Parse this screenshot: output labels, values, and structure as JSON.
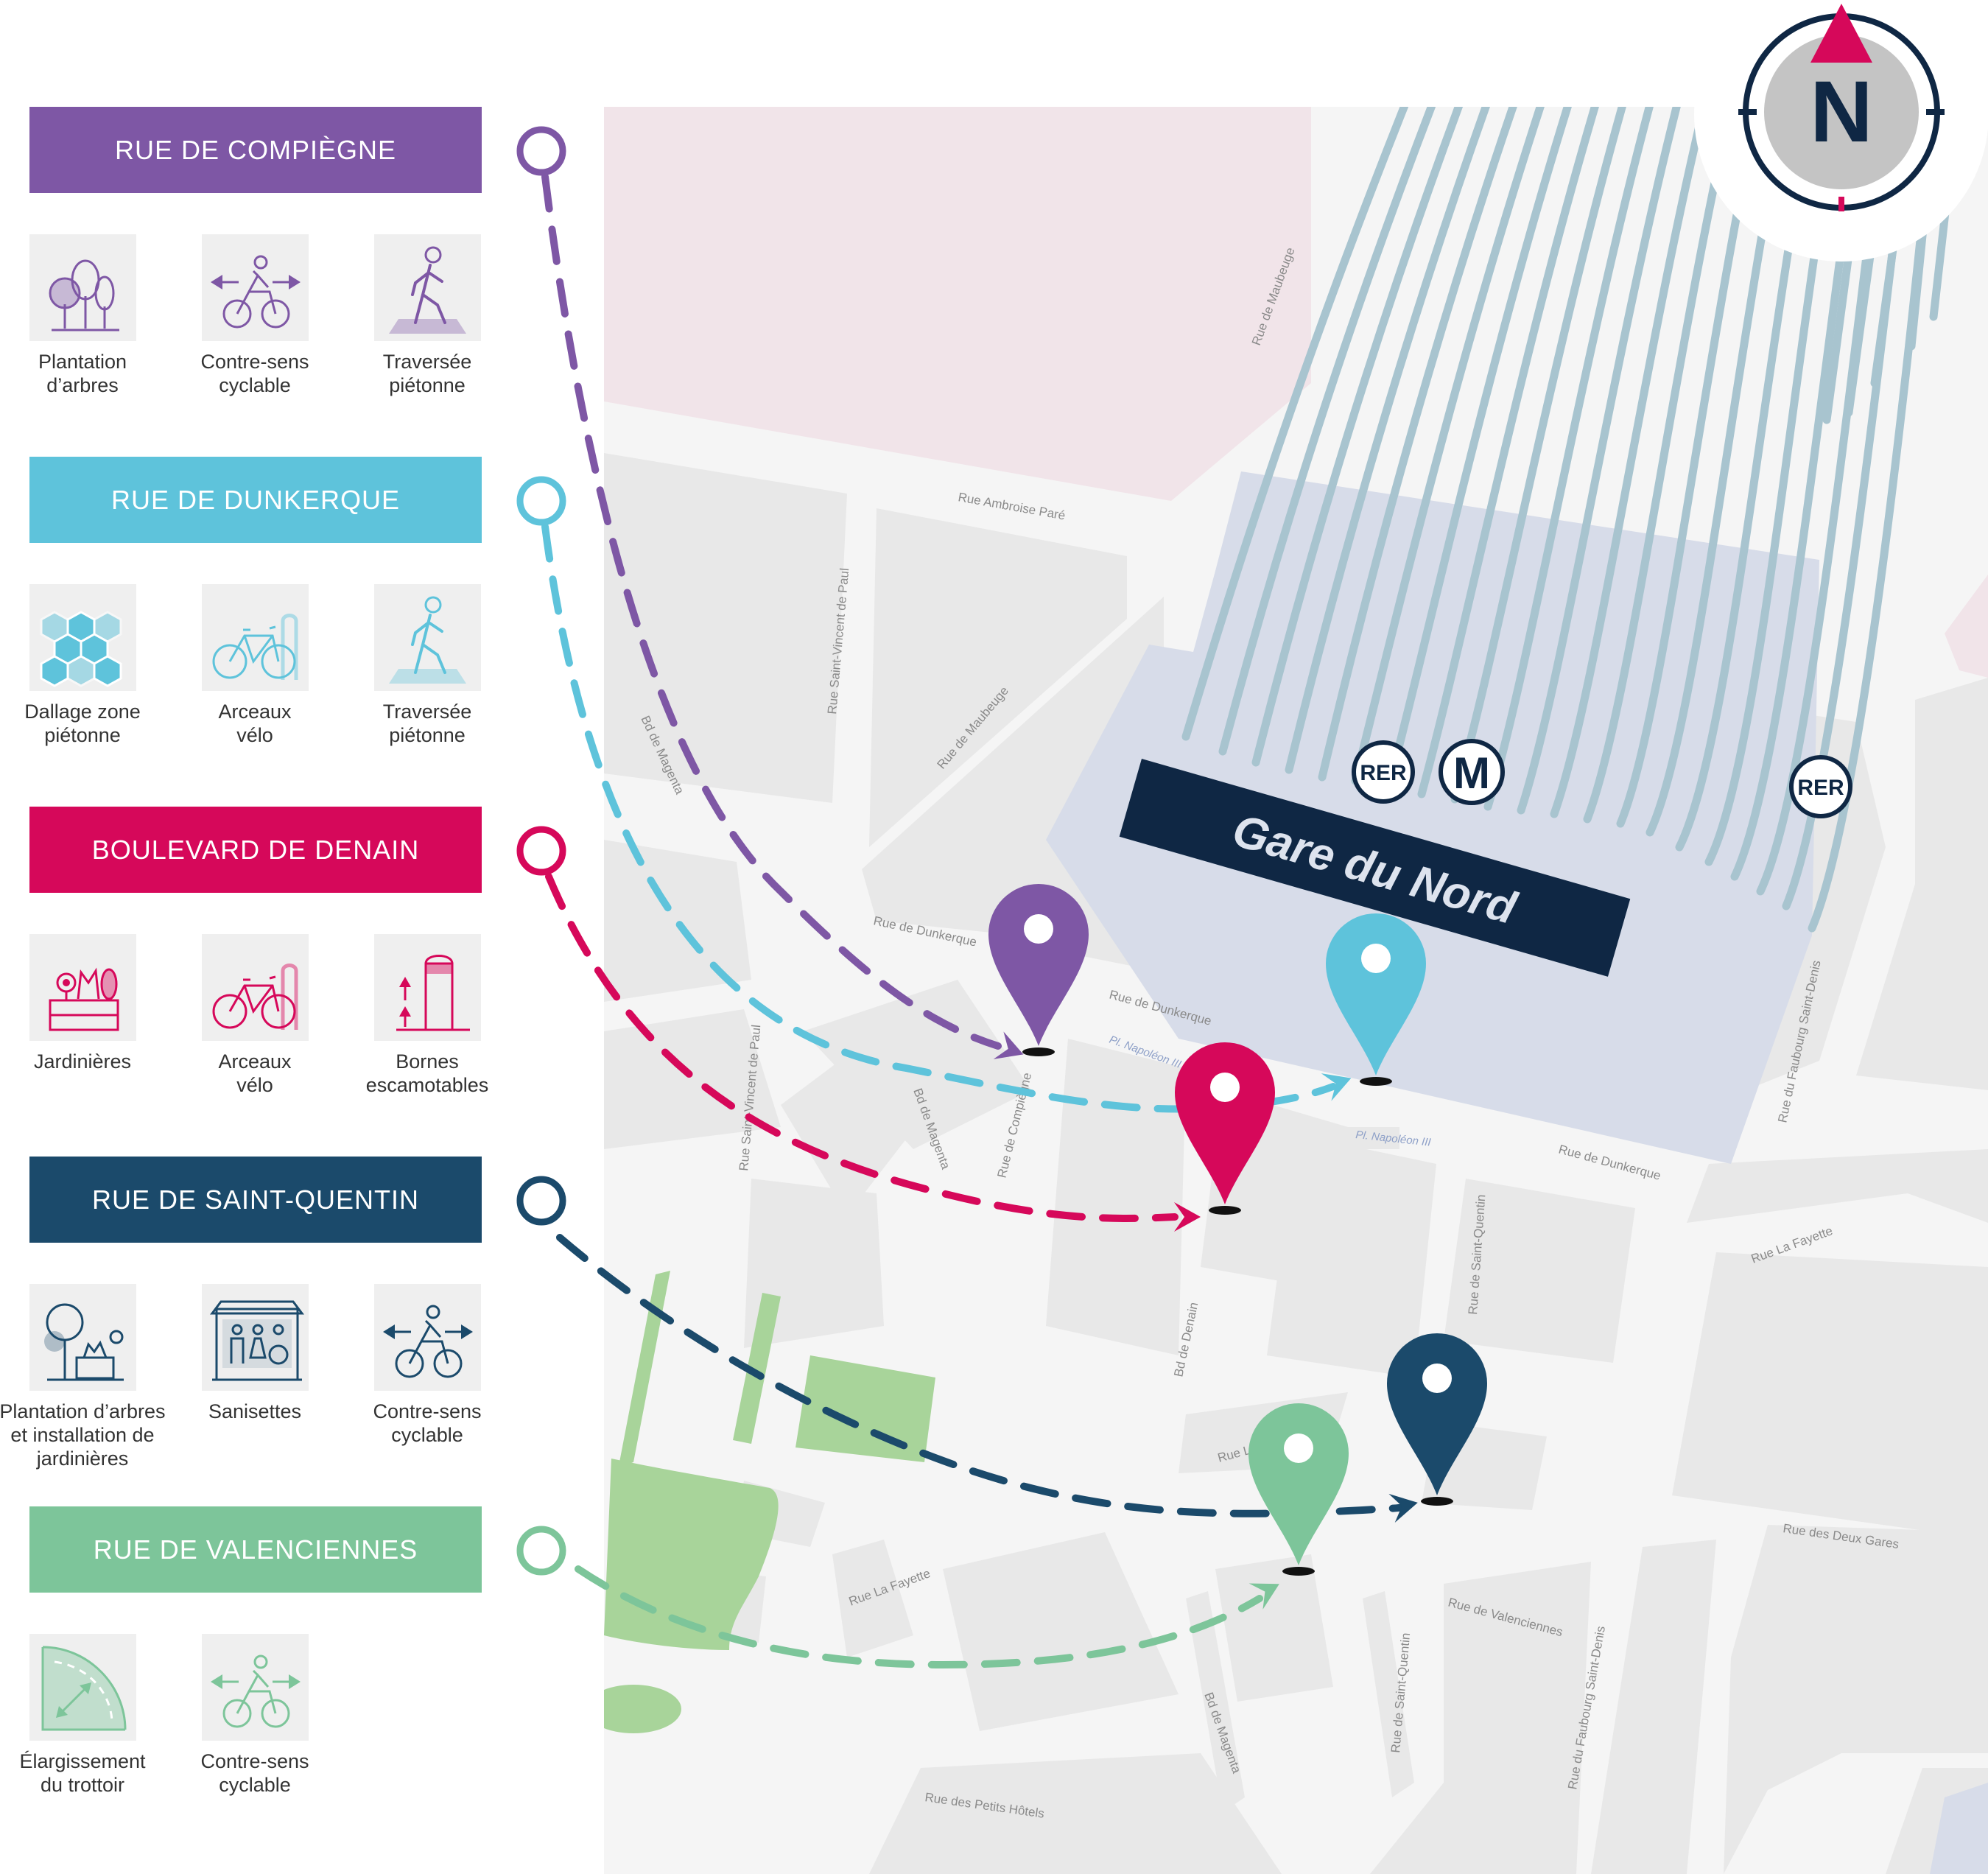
{
  "colors": {
    "compiegne": "#7e57a5",
    "dunkerque": "#5ec3db",
    "denain": "#d6085a",
    "saint_quentin": "#1b4a6b",
    "valenciennes": "#7dc59a",
    "gare_banner": "#0f2744",
    "north_arrow": "#d6085a"
  },
  "sections": [
    {
      "id": "compiegne",
      "title": "RUE DE COMPIÈGNE",
      "color": "#7e57a5",
      "items": [
        {
          "icon": "trees-icon",
          "label_lines": [
            "Plantation",
            "d’arbres"
          ]
        },
        {
          "icon": "contraflow-bike-icon",
          "label_lines": [
            "Contre-sens",
            "cyclable"
          ]
        },
        {
          "icon": "pedestrian-crossing-icon",
          "label_lines": [
            "Traversée",
            "piétonne"
          ]
        }
      ]
    },
    {
      "id": "dunkerque",
      "title": "RUE DE DUNKERQUE",
      "color": "#5ec3db",
      "items": [
        {
          "icon": "paving-hexagon-icon",
          "label_lines": [
            "Dallage zone",
            "piétonne"
          ]
        },
        {
          "icon": "bike-rack-icon",
          "label_lines": [
            "Arceaux",
            "vélo"
          ]
        },
        {
          "icon": "pedestrian-crossing-icon",
          "label_lines": [
            "Traversée",
            "piétonne"
          ]
        }
      ]
    },
    {
      "id": "denain",
      "title": "BOULEVARD DE DENAIN",
      "color": "#d6085a",
      "items": [
        {
          "icon": "planter-icon",
          "label_lines": [
            "Jardinières"
          ]
        },
        {
          "icon": "bike-rack-icon",
          "label_lines": [
            "Arceaux",
            "vélo"
          ]
        },
        {
          "icon": "retractable-bollard-icon",
          "label_lines": [
            "Bornes",
            "escamotables"
          ]
        }
      ]
    },
    {
      "id": "saint_quentin",
      "title": "RUE DE SAINT-QUENTIN",
      "color": "#1b4a6b",
      "items": [
        {
          "icon": "tree-planter-icon",
          "label_lines": [
            "Plantation d’arbres",
            "et installation de",
            "jardinières"
          ]
        },
        {
          "icon": "public-toilet-icon",
          "label_lines": [
            "Sanisettes"
          ]
        },
        {
          "icon": "contraflow-bike-icon",
          "label_lines": [
            "Contre-sens",
            "cyclable"
          ]
        }
      ]
    },
    {
      "id": "valenciennes",
      "title": "RUE DE VALENCIENNES",
      "color": "#7dc59a",
      "items": [
        {
          "icon": "sidewalk-widening-icon",
          "label_lines": [
            "Élargissement",
            "du trottoir"
          ]
        },
        {
          "icon": "contraflow-bike-icon",
          "label_lines": [
            "Contre-sens",
            "cyclable"
          ]
        }
      ]
    }
  ],
  "map": {
    "station_name": "Gare du Nord",
    "badges": [
      "RER",
      "M",
      "RER"
    ],
    "compass_letter": "N",
    "street_labels": [
      {
        "id": "maubeuge-1",
        "text": "Rue de Maubeuge"
      },
      {
        "id": "ambroise-pare",
        "text": "Rue Ambroise Paré"
      },
      {
        "id": "st-vincent-1",
        "text": "Rue Saint-Vincent de Paul"
      },
      {
        "id": "magenta-1",
        "text": "Bd de Magenta"
      },
      {
        "id": "maubeuge-2",
        "text": "Rue de Maubeuge"
      },
      {
        "id": "dunkerque-1",
        "text": "Rue de Dunkerque"
      },
      {
        "id": "dunkerque-2",
        "text": "Rue de Dunkerque"
      },
      {
        "id": "napoleon-1",
        "text": "Pl. Napoléon III"
      },
      {
        "id": "napoleon-2",
        "text": "Pl. Napoléon III"
      },
      {
        "id": "compiegne-street",
        "text": "Rue de Compiègne"
      },
      {
        "id": "magenta-2",
        "text": "Bd de Magenta"
      },
      {
        "id": "st-vincent-2",
        "text": "Rue Saint-Vincent de Paul"
      },
      {
        "id": "dunkerque-3",
        "text": "Rue de Dunkerque"
      },
      {
        "id": "st-quentin-1",
        "text": "Rue de Saint-Quentin"
      },
      {
        "id": "lafayette-1",
        "text": "Rue La Fayette"
      },
      {
        "id": "faubourg-1",
        "text": "Rue du Faubourg Saint-Denis"
      },
      {
        "id": "denain-street",
        "text": "Bd de Denain"
      },
      {
        "id": "lafayette-2",
        "text": "Rue La Fayette"
      },
      {
        "id": "deux-gares",
        "text": "Rue des Deux Gares"
      },
      {
        "id": "lafayette-3",
        "text": "Rue La Fayette"
      },
      {
        "id": "valenciennes-street",
        "text": "Rue de Valenciennes"
      },
      {
        "id": "st-quentin-2",
        "text": "Rue de Saint-Quentin"
      },
      {
        "id": "faubourg-2",
        "text": "Rue du Faubourg Saint-Denis"
      },
      {
        "id": "magenta-3",
        "text": "Bd de Magenta"
      },
      {
        "id": "petits-hotels",
        "text": "Rue des Petits Hôtels"
      }
    ]
  }
}
